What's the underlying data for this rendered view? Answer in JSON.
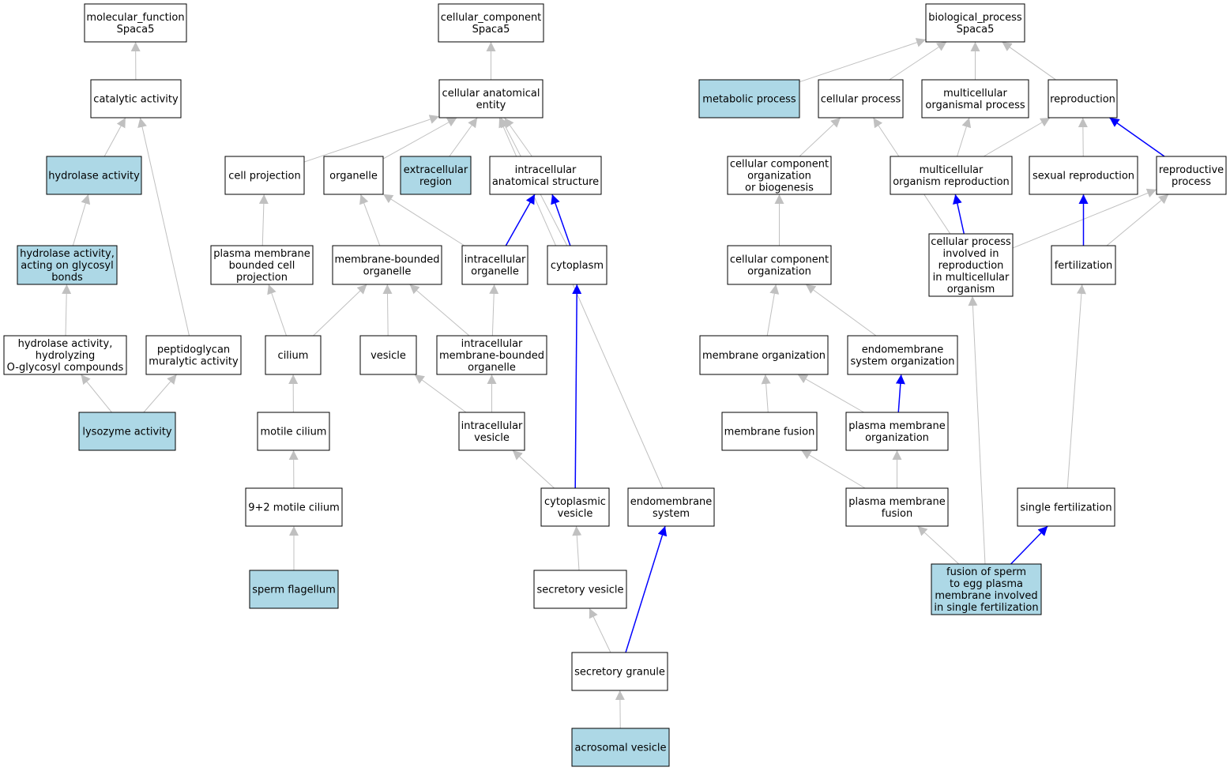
{
  "colors": {
    "node_default": "#ffffff",
    "node_annotated": "#add8e6",
    "edge_default": "#c0c0c0",
    "edge_highlight": "#0000ff",
    "border": "#000000"
  },
  "nodes": [
    {
      "id": "mf_root",
      "lines": [
        "molecular_function",
        "Spaca5"
      ],
      "annotated": false
    },
    {
      "id": "catalytic",
      "lines": [
        "catalytic activity"
      ],
      "annotated": false
    },
    {
      "id": "hydrolase",
      "lines": [
        "hydrolase activity"
      ],
      "annotated": true
    },
    {
      "id": "hydrolase_glycosyl",
      "lines": [
        "hydrolase activity,",
        "acting on glycosyl",
        "bonds"
      ],
      "annotated": true
    },
    {
      "id": "hydrolase_oglycosyl",
      "lines": [
        "hydrolase activity,",
        "hydrolyzing",
        "O-glycosyl compounds"
      ],
      "annotated": false
    },
    {
      "id": "peptidoglycan",
      "lines": [
        "peptidoglycan",
        "muralytic activity"
      ],
      "annotated": false
    },
    {
      "id": "lysozyme",
      "lines": [
        "lysozyme activity"
      ],
      "annotated": true
    },
    {
      "id": "cc_root",
      "lines": [
        "cellular_component",
        "Spaca5"
      ],
      "annotated": false
    },
    {
      "id": "cae",
      "lines": [
        "cellular anatomical",
        "entity"
      ],
      "annotated": false
    },
    {
      "id": "cell_projection",
      "lines": [
        "cell projection"
      ],
      "annotated": false
    },
    {
      "id": "organelle",
      "lines": [
        "organelle"
      ],
      "annotated": false
    },
    {
      "id": "extracellular",
      "lines": [
        "extracellular",
        "region"
      ],
      "annotated": true
    },
    {
      "id": "ias",
      "lines": [
        "intracellular",
        "anatomical structure"
      ],
      "annotated": false
    },
    {
      "id": "pmbcp",
      "lines": [
        "plasma membrane",
        "bounded cell",
        "projection"
      ],
      "annotated": false
    },
    {
      "id": "mbo",
      "lines": [
        "membrane-bounded",
        "organelle"
      ],
      "annotated": false
    },
    {
      "id": "io",
      "lines": [
        "intracellular",
        "organelle"
      ],
      "annotated": false
    },
    {
      "id": "cytoplasm",
      "lines": [
        "cytoplasm"
      ],
      "annotated": false
    },
    {
      "id": "cilium",
      "lines": [
        "cilium"
      ],
      "annotated": false
    },
    {
      "id": "vesicle",
      "lines": [
        "vesicle"
      ],
      "annotated": false
    },
    {
      "id": "imbo",
      "lines": [
        "intracellular",
        "membrane-bounded",
        "organelle"
      ],
      "annotated": false
    },
    {
      "id": "motile_cilium",
      "lines": [
        "motile cilium"
      ],
      "annotated": false
    },
    {
      "id": "iv",
      "lines": [
        "intracellular",
        "vesicle"
      ],
      "annotated": false
    },
    {
      "id": "mc92",
      "lines": [
        "9+2 motile cilium"
      ],
      "annotated": false
    },
    {
      "id": "cv",
      "lines": [
        "cytoplasmic",
        "vesicle"
      ],
      "annotated": false
    },
    {
      "id": "es",
      "lines": [
        "endomembrane",
        "system"
      ],
      "annotated": false
    },
    {
      "id": "sperm_flagellum",
      "lines": [
        "sperm flagellum"
      ],
      "annotated": true
    },
    {
      "id": "sv",
      "lines": [
        "secretory vesicle"
      ],
      "annotated": false
    },
    {
      "id": "sg",
      "lines": [
        "secretory granule"
      ],
      "annotated": false
    },
    {
      "id": "av",
      "lines": [
        "acrosomal vesicle"
      ],
      "annotated": true
    },
    {
      "id": "bp_root",
      "lines": [
        "biological_process",
        "Spaca5"
      ],
      "annotated": false
    },
    {
      "id": "metabolic",
      "lines": [
        "metabolic process"
      ],
      "annotated": true
    },
    {
      "id": "cellular_process",
      "lines": [
        "cellular process"
      ],
      "annotated": false
    },
    {
      "id": "mop",
      "lines": [
        "multicellular",
        "organismal process"
      ],
      "annotated": false
    },
    {
      "id": "reproduction",
      "lines": [
        "reproduction"
      ],
      "annotated": false
    },
    {
      "id": "ccob",
      "lines": [
        "cellular component",
        "organization",
        "or biogenesis"
      ],
      "annotated": false
    },
    {
      "id": "mor",
      "lines": [
        "multicellular",
        "organism reproduction"
      ],
      "annotated": false
    },
    {
      "id": "sexual_rep",
      "lines": [
        "sexual reproduction"
      ],
      "annotated": false
    },
    {
      "id": "rep_process",
      "lines": [
        "reproductive",
        "process"
      ],
      "annotated": false
    },
    {
      "id": "cco",
      "lines": [
        "cellular component",
        "organization"
      ],
      "annotated": false
    },
    {
      "id": "cpir",
      "lines": [
        "cellular process",
        "involved in",
        "reproduction",
        "in multicellular",
        "organism"
      ],
      "annotated": false
    },
    {
      "id": "fertilization",
      "lines": [
        "fertilization"
      ],
      "annotated": false
    },
    {
      "id": "membrane_org",
      "lines": [
        "membrane organization"
      ],
      "annotated": false
    },
    {
      "id": "endo_org",
      "lines": [
        "endomembrane",
        "system organization"
      ],
      "annotated": false
    },
    {
      "id": "membrane_fusion",
      "lines": [
        "membrane fusion"
      ],
      "annotated": false
    },
    {
      "id": "pm_org",
      "lines": [
        "plasma membrane",
        "organization"
      ],
      "annotated": false
    },
    {
      "id": "pm_fusion",
      "lines": [
        "plasma membrane",
        "fusion"
      ],
      "annotated": false
    },
    {
      "id": "single_fert",
      "lines": [
        "single fertilization"
      ],
      "annotated": false
    },
    {
      "id": "fusion_sperm",
      "lines": [
        "fusion of sperm",
        "to egg plasma",
        "membrane involved",
        "in single fertilization"
      ],
      "annotated": true
    }
  ],
  "edges": [
    {
      "from": "catalytic",
      "to": "mf_root",
      "highlight": false
    },
    {
      "from": "hydrolase",
      "to": "catalytic",
      "highlight": false
    },
    {
      "from": "peptidoglycan",
      "to": "catalytic",
      "highlight": false
    },
    {
      "from": "hydrolase_glycosyl",
      "to": "hydrolase",
      "highlight": false
    },
    {
      "from": "hydrolase_oglycosyl",
      "to": "hydrolase_glycosyl",
      "highlight": false
    },
    {
      "from": "lysozyme",
      "to": "hydrolase_oglycosyl",
      "highlight": false
    },
    {
      "from": "lysozyme",
      "to": "peptidoglycan",
      "highlight": false
    },
    {
      "from": "cae",
      "to": "cc_root",
      "highlight": false
    },
    {
      "from": "cell_projection",
      "to": "cae",
      "highlight": false
    },
    {
      "from": "organelle",
      "to": "cae",
      "highlight": false
    },
    {
      "from": "extracellular",
      "to": "cae",
      "highlight": false
    },
    {
      "from": "ias",
      "to": "cae",
      "highlight": false
    },
    {
      "from": "cytoplasm",
      "to": "cae",
      "highlight": false
    },
    {
      "from": "es",
      "to": "cae",
      "highlight": false
    },
    {
      "from": "pmbcp",
      "to": "cell_projection",
      "highlight": false
    },
    {
      "from": "mbo",
      "to": "organelle",
      "highlight": false
    },
    {
      "from": "io",
      "to": "organelle",
      "highlight": false
    },
    {
      "from": "io",
      "to": "ias",
      "highlight": true
    },
    {
      "from": "cytoplasm",
      "to": "ias",
      "highlight": true
    },
    {
      "from": "cilium",
      "to": "pmbcp",
      "highlight": false
    },
    {
      "from": "cilium",
      "to": "mbo",
      "highlight": false
    },
    {
      "from": "vesicle",
      "to": "mbo",
      "highlight": false
    },
    {
      "from": "imbo",
      "to": "mbo",
      "highlight": false
    },
    {
      "from": "imbo",
      "to": "io",
      "highlight": false
    },
    {
      "from": "motile_cilium",
      "to": "cilium",
      "highlight": false
    },
    {
      "from": "iv",
      "to": "vesicle",
      "highlight": false
    },
    {
      "from": "iv",
      "to": "imbo",
      "highlight": false
    },
    {
      "from": "mc92",
      "to": "motile_cilium",
      "highlight": false
    },
    {
      "from": "cv",
      "to": "iv",
      "highlight": false
    },
    {
      "from": "cv",
      "to": "cytoplasm",
      "highlight": true
    },
    {
      "from": "sperm_flagellum",
      "to": "mc92",
      "highlight": false
    },
    {
      "from": "sv",
      "to": "cv",
      "highlight": false
    },
    {
      "from": "sg",
      "to": "sv",
      "highlight": false
    },
    {
      "from": "sg",
      "to": "es",
      "highlight": true
    },
    {
      "from": "av",
      "to": "sg",
      "highlight": false
    },
    {
      "from": "metabolic",
      "to": "bp_root",
      "highlight": false
    },
    {
      "from": "cellular_process",
      "to": "bp_root",
      "highlight": false
    },
    {
      "from": "mop",
      "to": "bp_root",
      "highlight": false
    },
    {
      "from": "reproduction",
      "to": "bp_root",
      "highlight": false
    },
    {
      "from": "rep_process",
      "to": "bp_root",
      "highlight": false
    },
    {
      "from": "ccob",
      "to": "cellular_process",
      "highlight": false
    },
    {
      "from": "cpir",
      "to": "cellular_process",
      "highlight": false
    },
    {
      "from": "mor",
      "to": "mop",
      "highlight": false
    },
    {
      "from": "mor",
      "to": "reproduction",
      "highlight": false
    },
    {
      "from": "sexual_rep",
      "to": "reproduction",
      "highlight": false
    },
    {
      "from": "rep_process",
      "to": "reproduction",
      "highlight": true
    },
    {
      "from": "cco",
      "to": "ccob",
      "highlight": false
    },
    {
      "from": "cpir",
      "to": "mor",
      "highlight": true
    },
    {
      "from": "cpir",
      "to": "rep_process",
      "highlight": false
    },
    {
      "from": "fertilization",
      "to": "sexual_rep",
      "highlight": true
    },
    {
      "from": "fertilization",
      "to": "rep_process",
      "highlight": false
    },
    {
      "from": "membrane_org",
      "to": "cco",
      "highlight": false
    },
    {
      "from": "endo_org",
      "to": "cco",
      "highlight": false
    },
    {
      "from": "membrane_fusion",
      "to": "membrane_org",
      "highlight": false
    },
    {
      "from": "pm_org",
      "to": "membrane_org",
      "highlight": false
    },
    {
      "from": "pm_org",
      "to": "endo_org",
      "highlight": true
    },
    {
      "from": "pm_fusion",
      "to": "membrane_fusion",
      "highlight": false
    },
    {
      "from": "pm_fusion",
      "to": "pm_org",
      "highlight": false
    },
    {
      "from": "single_fert",
      "to": "fertilization",
      "highlight": false
    },
    {
      "from": "fusion_sperm",
      "to": "pm_fusion",
      "highlight": false
    },
    {
      "from": "fusion_sperm",
      "to": "cpir",
      "highlight": false
    },
    {
      "from": "fusion_sperm",
      "to": "single_fert",
      "highlight": true
    }
  ]
}
